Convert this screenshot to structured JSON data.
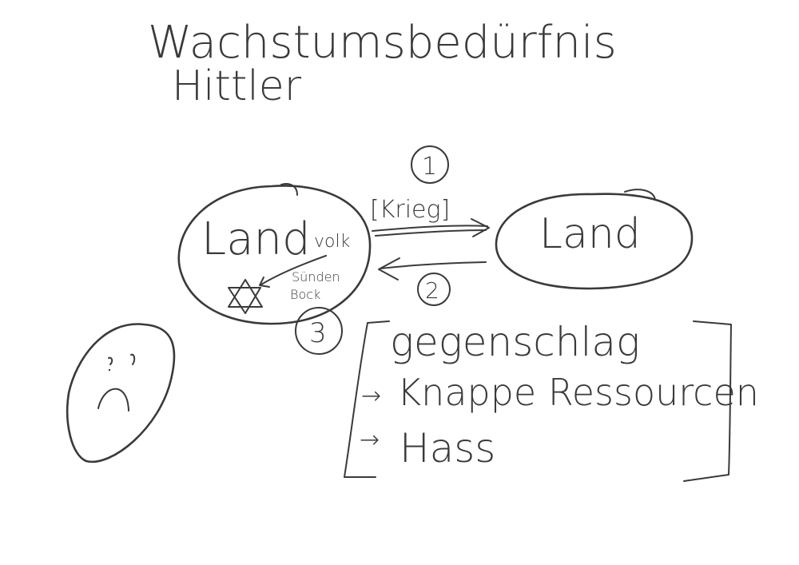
{
  "title": "Wachstumsbedürfnis",
  "subtitle": "Hittler",
  "left_node": {
    "label": "Land",
    "volk_label": "volk",
    "scapegoat_line1": "Sünden",
    "scapegoat_line2": "Bock",
    "star_symbol": "star-of-david-icon"
  },
  "right_node": {
    "label": "Land"
  },
  "arrow_top": {
    "number": "1",
    "label": "[Krieg]"
  },
  "arrow_bottom": {
    "number": "2"
  },
  "marker_three": {
    "number": "3"
  },
  "consequences": {
    "heading": "gegenschlag",
    "items": [
      {
        "prefix": "→",
        "text": "Knappe Ressourcen"
      },
      {
        "prefix": "→",
        "text": "Hass"
      }
    ]
  },
  "sad_face": {
    "icon": "sad-face-icon"
  },
  "colors": {
    "ink": "#3a3a3a",
    "background": "#ffffff"
  }
}
